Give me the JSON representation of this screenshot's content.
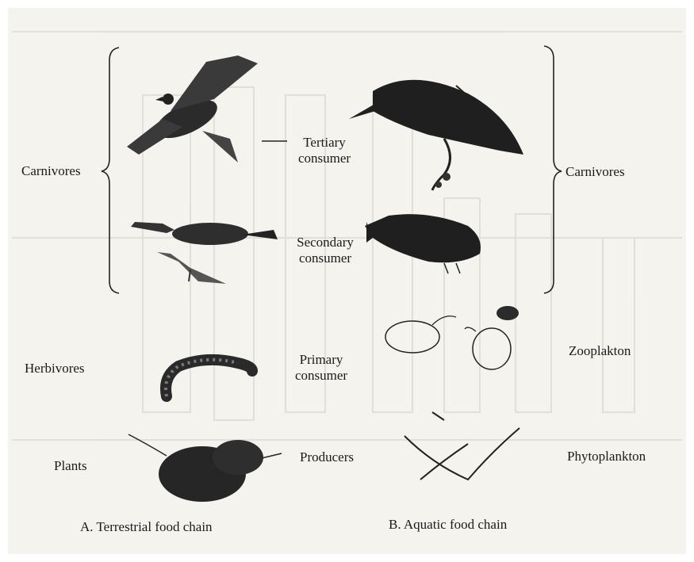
{
  "diagram": {
    "left_labels": {
      "carnivores": "Carnivores",
      "herbivores": "Herbivores",
      "plants": "Plants"
    },
    "center_labels": {
      "tertiary": [
        "Tertiary",
        "consumer"
      ],
      "secondary": [
        "Secondary",
        "consumer"
      ],
      "primary": [
        "Primary",
        "consumer"
      ],
      "producers": "Producers"
    },
    "right_labels": {
      "carnivores": "Carnivores",
      "zooplankton": "Zooplakton",
      "phytoplankton": "Phytoplankton"
    },
    "captions": {
      "terrestrial": "A. Terrestrial food chain",
      "aquatic": "B. Aquatic food chain"
    }
  }
}
